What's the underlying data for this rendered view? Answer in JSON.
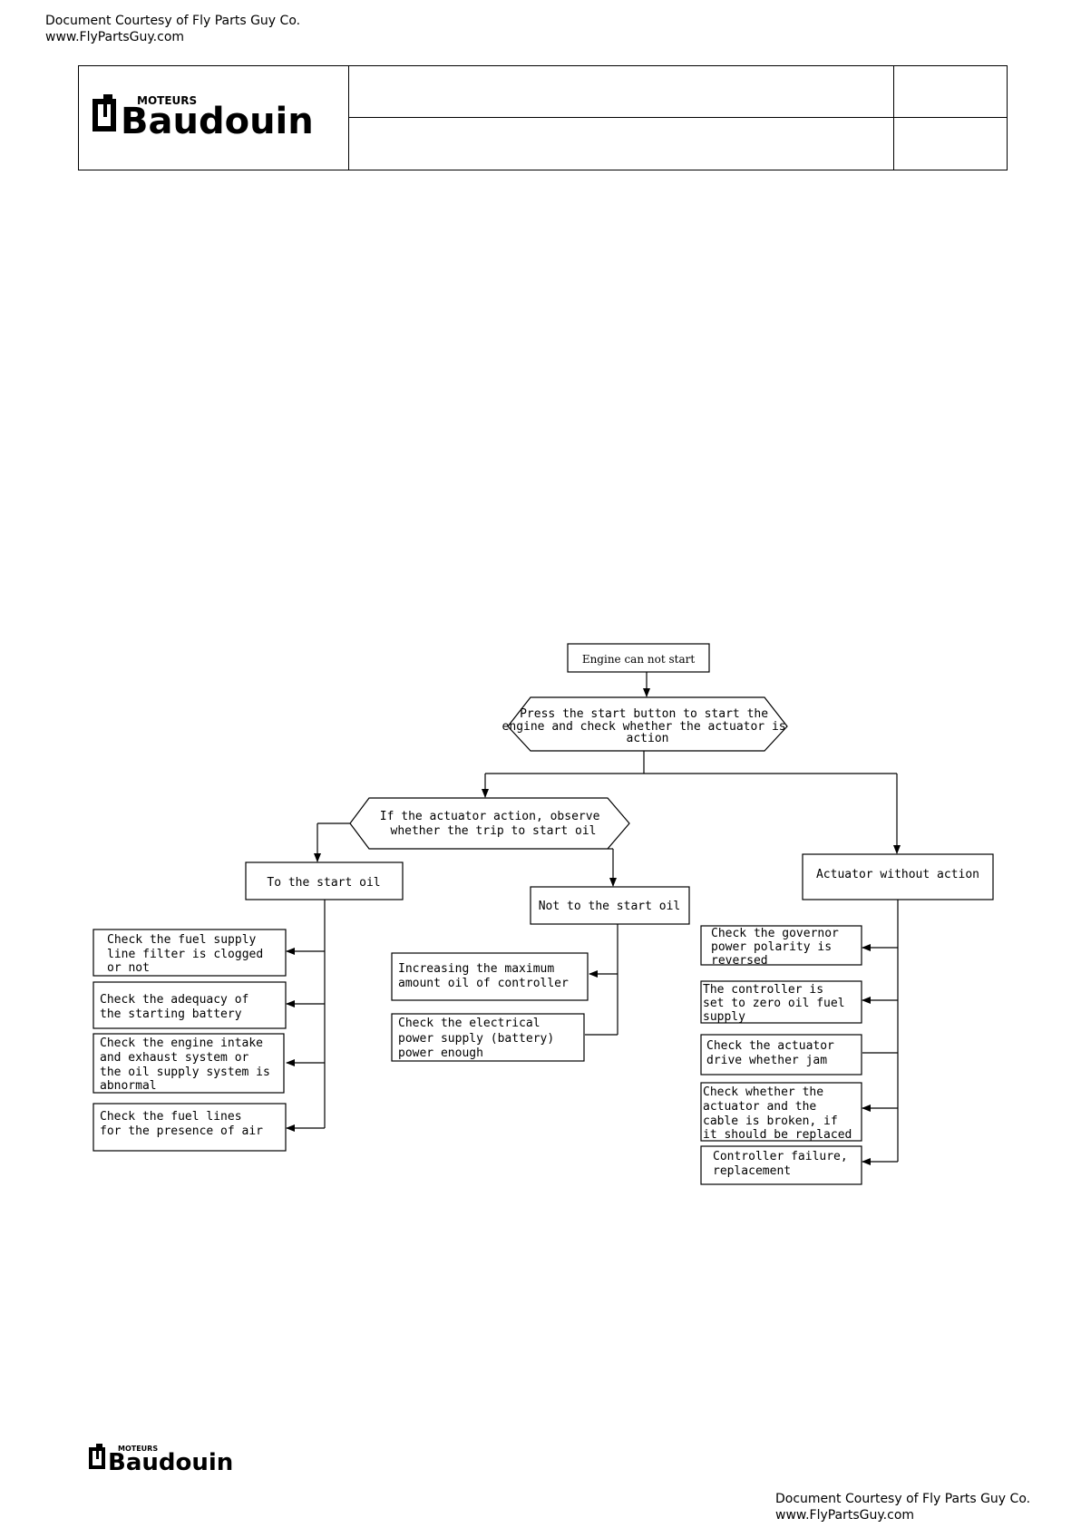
{
  "courtesy": {
    "top_line1": "Document Courtesy of Fly Parts Guy Co.",
    "top_line2": "www.FlyPartsGuy.com",
    "bottom_line1": "Document Courtesy of Fly Parts Guy Co.",
    "bottom_line2": "www.FlyPartsGuy.com"
  },
  "logo": {
    "small_text": "MOTEURS",
    "brand_text": "Baudouin"
  },
  "flowchart": {
    "start": "Engine can not start",
    "decision1": [
      "Press the start button to start the",
      "engine and check whether the actuator is",
      "action"
    ],
    "decision2": [
      "If the actuator action, observe",
      "whether the trip to start oil"
    ],
    "to_start_oil": "To the start oil",
    "not_start_oil": "Not to the start oil",
    "actuator_without_action": "Actuator without action",
    "left_checks": [
      [
        "Check the fuel supply",
        "line filter is clogged",
        "or not"
      ],
      [
        "Check the adequacy of",
        "the starting battery"
      ],
      [
        "Check the engine intake",
        "and exhaust system or",
        "the oil supply system is",
        "abnormal"
      ],
      [
        "Check the fuel lines",
        "for the presence of air"
      ]
    ],
    "middle_checks": [
      [
        "Increasing the maximum",
        "amount oil of controller"
      ],
      [
        "Check the electrical",
        "power supply (battery)",
        "power enough"
      ]
    ],
    "right_checks": [
      [
        "Check the governor",
        "power polarity is",
        "reversed"
      ],
      [
        "The controller is",
        "set to zero oil fuel",
        "supply"
      ],
      [
        "Check the actuator",
        "drive whether jam"
      ],
      [
        "Check whether the",
        "actuator and the",
        "cable is broken, if",
        "it should be replaced"
      ],
      [
        "Controller failure,",
        "replacement"
      ]
    ]
  }
}
